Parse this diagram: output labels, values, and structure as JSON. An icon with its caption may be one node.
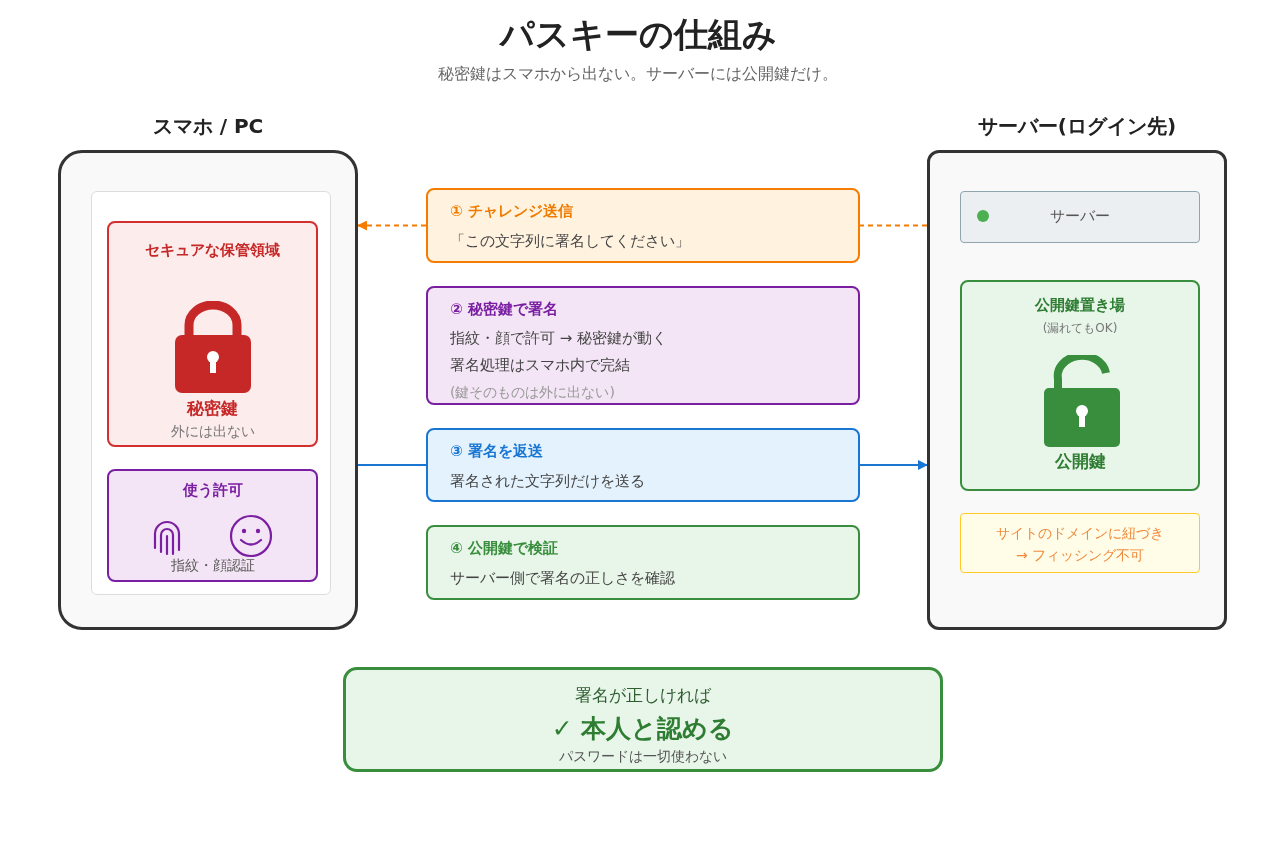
{
  "diagram": {
    "title": "パスキーの仕組み",
    "nodes": [
      {
        "text": [
          "スマホ / PC"
        ]
      },
      {
        "text": [],
        "shape": "box",
        "in": 0
      },
      {
        "text": [
          "セキュアな保管領域",
          "秘密鍵",
          "外には出ない"
        ],
        "in": 1
      },
      {
        "text": [
          "使う許可",
          "指紋・顔認証"
        ],
        "in": 1
      },
      {
        "text": [
          "サーバー(ログイン先)"
        ]
      },
      {
        "text": [
          "サーバー"
        ],
        "in": 4
      },
      {
        "text": [
          "公開鍵置き場",
          "(漏れてもOK)",
          "公開鍵"
        ],
        "in": 4
      },
      {
        "text": [
          "サイトのドメインに紐づき → フィッシング不可"
        ],
        "in": 4
      },
      {
        "text": [
          "① チャレンジ送信",
          "「この文字列に署名してください」"
        ]
      },
      {
        "text": [
          "② 秘密鍵で署名",
          "指紋・顔で許可 → 秘密鍵が動く",
          "署名処理はスマホ内で完結",
          "(鍵そのものは外に出ない)"
        ]
      },
      {
        "text": [
          "③ 署名を返送",
          "署名された文字列だけを送る"
        ]
      },
      {
        "text": [
          "④ 公開鍵で検証",
          "サーバー側で署名の正しさを確認"
        ]
      },
      {
        "text": [
          "署名が正しければ",
          "✓ 本人と認める",
          "パスワードは一切使わない"
        ]
      }
    ],
    "edges": [
      {
        "from": 4,
        "to": 8,
        "arrow": "none",
        "style": "dashed",
        "color": "#f57c00"
      },
      {
        "from": 8,
        "to": 0,
        "arrow": "to",
        "style": "dashed",
        "color": "#f57c00"
      },
      {
        "from": 0,
        "to": 10,
        "arrow": "none",
        "color": "#1976d2"
      },
      {
        "from": 10,
        "to": 4,
        "arrow": "to",
        "color": "#1976d2"
      }
    ],
    "labels": [
      "秘密鍵はスマホから出ない。サーバーには公開鍵だけ。"
    ]
  }
}
